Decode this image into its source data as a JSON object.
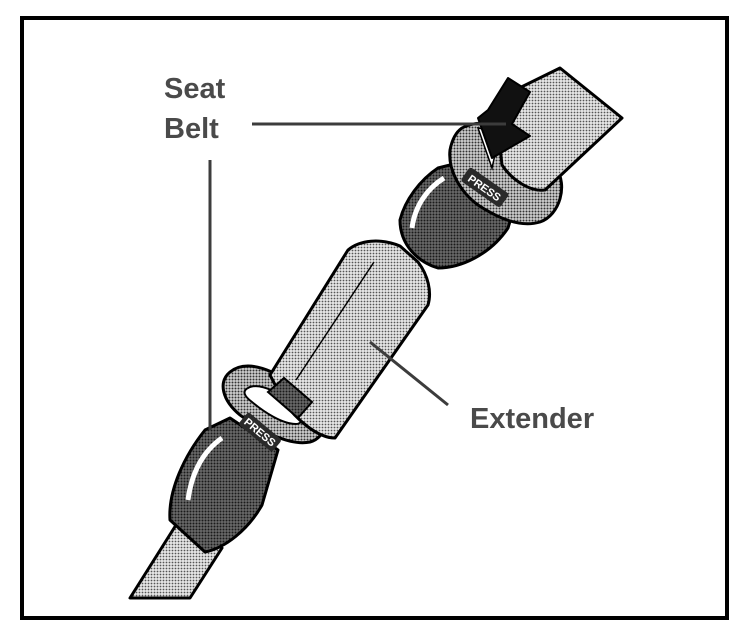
{
  "labels": {
    "seat": "Seat",
    "belt": "Belt",
    "extender": "Extender"
  },
  "buckle_text": {
    "upper": "PRESS",
    "lower": "PRESS"
  },
  "colors": {
    "frame": "#000000",
    "label": "#4a4a4a",
    "leader": "#3c3c3c",
    "strap_fill": "#c8c8c8",
    "buckle_fill": "#5a5a5a",
    "latch_fill": "#dcdcdc"
  },
  "icons": {
    "press_arrow": "arrow-down-right-icon"
  }
}
